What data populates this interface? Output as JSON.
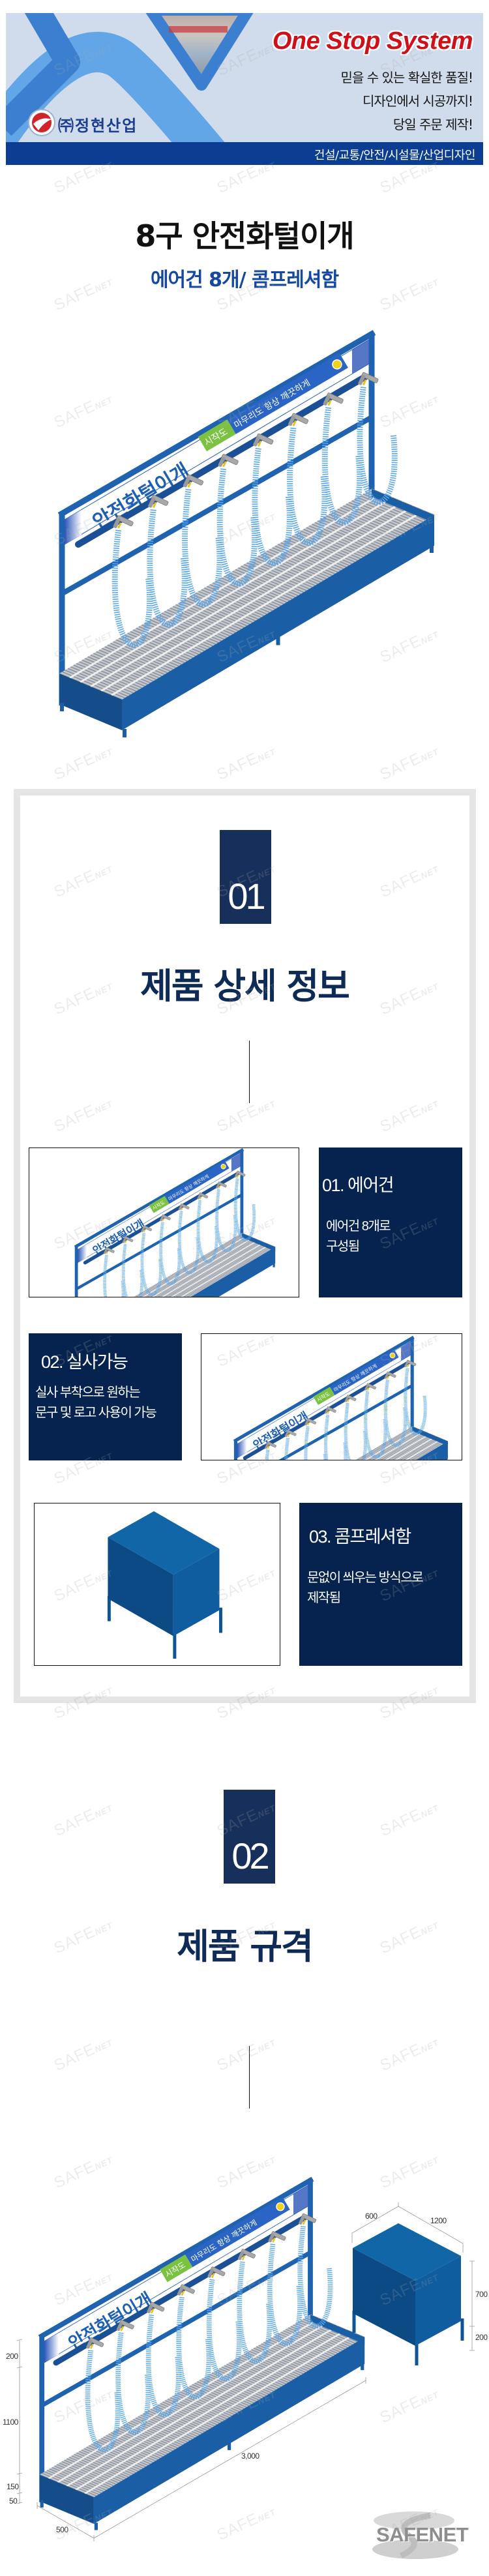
{
  "header": {
    "headline": "One Stop System",
    "slogans": [
      "믿을 수 있는 확실한 품질!",
      "디자인에서 시공까지!",
      "당일 주문 제작!"
    ],
    "company": "㈜정현산업",
    "categories": "건설/교통/안전/시설물/산업디자인"
  },
  "product": {
    "title": "8구 안전화털이개",
    "subtitle": "에어건 8개/ 콤프레셔함",
    "sign_main": "안전화털이개",
    "sign_green": "시작도",
    "sign_blue": "마무리도 항상 깨끗하게",
    "gun_count": 8
  },
  "section1": {
    "number": "01",
    "title": "제품 상세 정보",
    "features": [
      {
        "title": "01. 에어건",
        "desc": [
          "에어건 8개로",
          "구성됨"
        ]
      },
      {
        "title": "02. 실사가능",
        "desc": [
          "실사 부착으로 원하는",
          "문구 및 로고 사용이 가능"
        ]
      },
      {
        "title": "03. 콤프레셔함",
        "desc": [
          "문없이 씌우는 방식으로",
          "제작됨"
        ]
      }
    ]
  },
  "section2": {
    "number": "02",
    "title": "제품 규격",
    "dimensions": {
      "rack_top": "200",
      "rack_height": "1100",
      "tray_height": "150",
      "leg_height": "50",
      "depth": "500",
      "length": "3,000",
      "box_depth": "600",
      "box_width": "1200",
      "box_height": "700",
      "box_leg": "200"
    }
  },
  "brand_logo": "SAFENET",
  "watermark": "SAFE",
  "watermark_small": "NET",
  "colors": {
    "navy": "#06234f",
    "badge": "#172f5b",
    "rack_blue": "#1f63b0",
    "banner_bar": "#0b3e93",
    "headline_red": "#cf0f19"
  }
}
